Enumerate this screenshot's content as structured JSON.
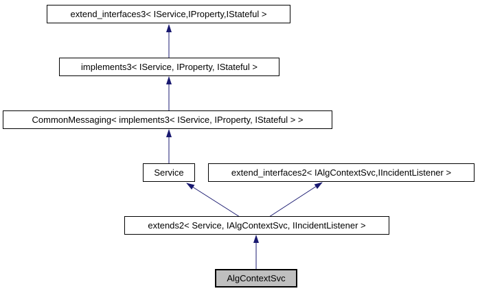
{
  "diagram": {
    "type": "class-inheritance-graph",
    "colors": {
      "edge": "#191970",
      "node_border": "#000000",
      "node_fill": "#ffffff",
      "highlight_node_fill": "#bfbfbf",
      "text": "#000000",
      "background": "#ffffff"
    },
    "nodes": [
      {
        "id": "extend_interfaces3",
        "label": "extend_interfaces3< IService,IProperty,IStateful >",
        "highlighted": false
      },
      {
        "id": "implements3",
        "label": "implements3< IService, IProperty, IStateful >",
        "highlighted": false
      },
      {
        "id": "CommonMessaging",
        "label": "CommonMessaging< implements3< IService, IProperty, IStateful > >",
        "highlighted": false
      },
      {
        "id": "Service",
        "label": "Service",
        "highlighted": false
      },
      {
        "id": "extend_interfaces2",
        "label": "extend_interfaces2< IAlgContextSvc,IIncidentListener >",
        "highlighted": false
      },
      {
        "id": "extends2",
        "label": "extends2< Service, IAlgContextSvc, IIncidentListener >",
        "highlighted": false
      },
      {
        "id": "AlgContextSvc",
        "label": "AlgContextSvc",
        "highlighted": true
      }
    ],
    "edges": [
      {
        "from": "implements3",
        "to": "extend_interfaces3"
      },
      {
        "from": "CommonMessaging",
        "to": "implements3"
      },
      {
        "from": "Service",
        "to": "CommonMessaging"
      },
      {
        "from": "extends2",
        "to": "Service"
      },
      {
        "from": "extends2",
        "to": "extend_interfaces2"
      },
      {
        "from": "AlgContextSvc",
        "to": "extends2"
      }
    ]
  }
}
